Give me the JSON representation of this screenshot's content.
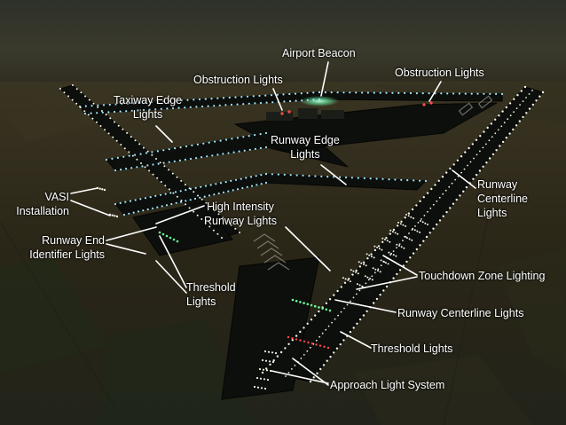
{
  "labels": {
    "airport_beacon": [
      "Airport Beacon"
    ],
    "obstruction_lights_left": [
      "Obstruction Lights"
    ],
    "obstruction_lights_right": [
      "Obstruction Lights"
    ],
    "taxiway_edge_lights": [
      "Taxiway Edge",
      "Lights"
    ],
    "runway_edge_lights": [
      "Runway Edge",
      "Lights"
    ],
    "runway_centerline_lights_top": [
      "Runway",
      "Centerline",
      "Lights"
    ],
    "vasi_installation": [
      "VASI",
      "Installation"
    ],
    "high_intensity_runway_lights": [
      "High Intensity",
      "Runway Lights"
    ],
    "runway_end_identifier_lights": [
      "Runway End",
      "Identifier Lights"
    ],
    "threshold_lights_left": [
      "Threshold",
      "Lights"
    ],
    "touchdown_zone_lighting": [
      "Touchdown Zone Lighting"
    ],
    "runway_centerline_lights_bottom": [
      "Runway Centerline Lights"
    ],
    "threshold_lights_bottom": [
      "Threshold Lights"
    ],
    "approach_light_system": [
      "Approach Light System"
    ]
  },
  "colors": {
    "label_text": "#ffffff",
    "leader_line": "#ffffff",
    "sky_top": "#2e3129",
    "ground": "#2a2617",
    "pavement": "#0d0f0c",
    "light_blue": "#9fe6ff",
    "light_white": "#f3f3e6",
    "light_green": "#6bff9a",
    "light_red": "#ff4a4a",
    "beacon_glow": "#6dffb0"
  }
}
